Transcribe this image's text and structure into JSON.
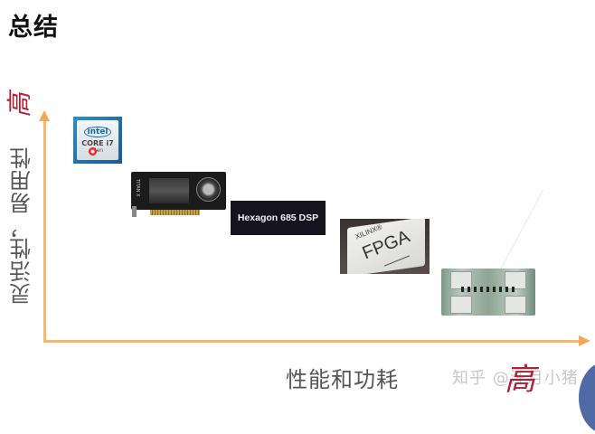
{
  "slide": {
    "title": "总结"
  },
  "diagram": {
    "y_axis_label": "灵活性，易用性",
    "x_axis_label": "性能和功耗",
    "y_axis_annotation": "高",
    "x_axis_annotation": "高",
    "axis_color": "#f0b872",
    "annotation_color": "#b0203a",
    "items": [
      {
        "name": "CPU",
        "logo_text": "intel",
        "product_text": "CORE i7",
        "sub_text": "Gen"
      },
      {
        "name": "GPU",
        "side_label": "TITAN X"
      },
      {
        "name": "DSP",
        "label": "Hexagon 685 DSP"
      },
      {
        "name": "FPGA",
        "brand": "XILINX®",
        "label": "FPGA"
      },
      {
        "name": "TPU board"
      }
    ]
  },
  "watermark": {
    "text": "知乎 @汪月小猪"
  }
}
